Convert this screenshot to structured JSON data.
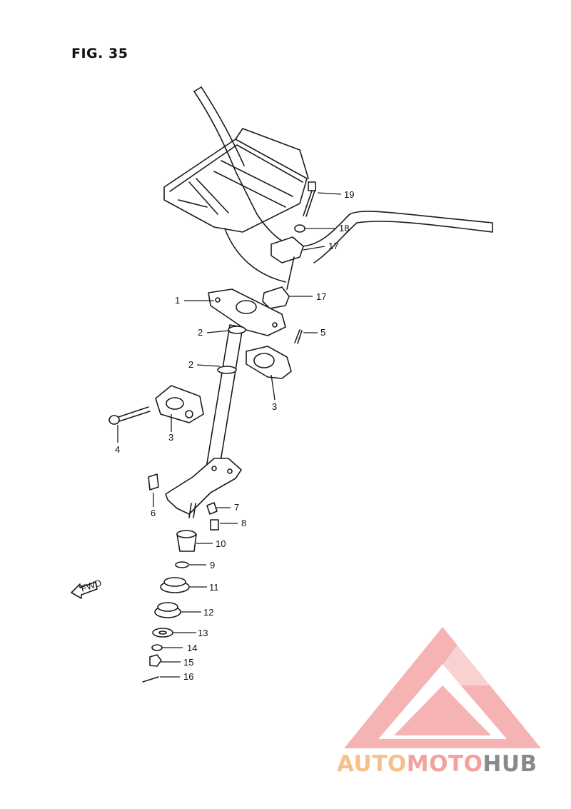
{
  "figure": {
    "title": "FIG. 35"
  },
  "callouts": [
    {
      "id": "c1",
      "num": "1"
    },
    {
      "id": "c2a",
      "num": "2"
    },
    {
      "id": "c2b",
      "num": "2"
    },
    {
      "id": "c3a",
      "num": "3"
    },
    {
      "id": "c3b",
      "num": "3"
    },
    {
      "id": "c4",
      "num": "4"
    },
    {
      "id": "c5",
      "num": "5"
    },
    {
      "id": "c6",
      "num": "6"
    },
    {
      "id": "c7",
      "num": "7"
    },
    {
      "id": "c8",
      "num": "8"
    },
    {
      "id": "c9",
      "num": "9"
    },
    {
      "id": "c10",
      "num": "10"
    },
    {
      "id": "c11",
      "num": "11"
    },
    {
      "id": "c12",
      "num": "12"
    },
    {
      "id": "c13",
      "num": "13"
    },
    {
      "id": "c14",
      "num": "14"
    },
    {
      "id": "c15",
      "num": "15"
    },
    {
      "id": "c16",
      "num": "16"
    },
    {
      "id": "c17a",
      "num": "17"
    },
    {
      "id": "c17b",
      "num": "17"
    },
    {
      "id": "c18",
      "num": "18"
    },
    {
      "id": "c19",
      "num": "19"
    }
  ],
  "fwd_arrow": {
    "label": "FWD",
    "icon": "fwd-arrow-icon"
  },
  "watermark": {
    "icon": "automotohub-triangle-logo-icon",
    "part1": "AUTO",
    "part2": "MOTO",
    "part3": "HUB",
    "color_light": "#f7c08a",
    "color_mid": "#f4a09c",
    "color_dark": "#8a8a8a"
  }
}
